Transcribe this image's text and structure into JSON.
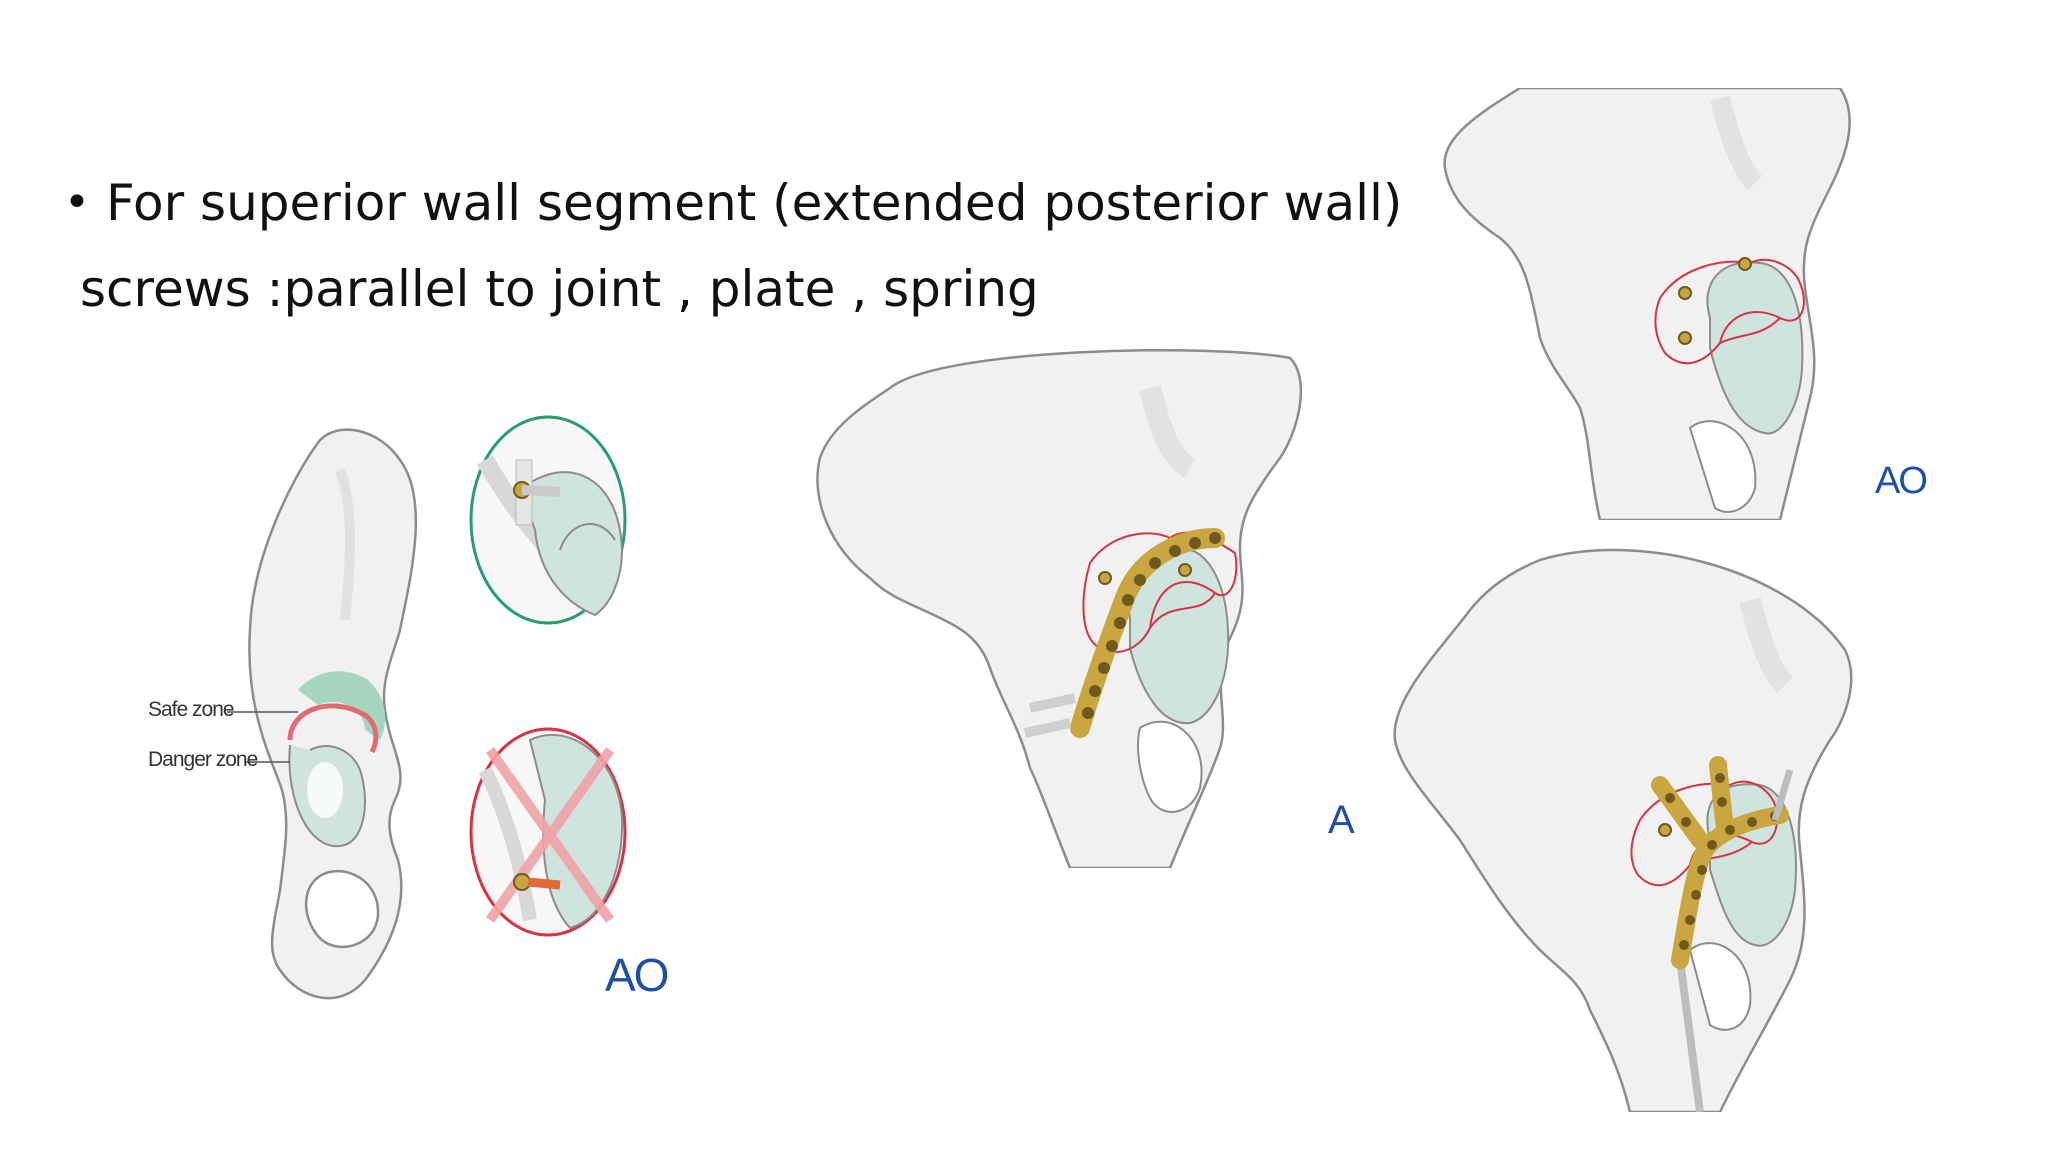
{
  "slide": {
    "bullet_symbol": "•",
    "line1": "For superior wall segment (extended posterior wall)",
    "line2": "screws :parallel to joint , plate , spring"
  },
  "figure_left": {
    "safe_zone_label": "Safe zone",
    "danger_zone_label": "Danger zone",
    "logo": "AO"
  },
  "figure_middle": {
    "logo": "A"
  },
  "figure_top_right": {
    "logo": "AO"
  },
  "colors": {
    "bone_fill": "#f0f0f0",
    "bone_stroke": "#8a8a8a",
    "cartilage": "#cfe3df",
    "fracture_line": "#d9333f",
    "plate_gold": "#c9a640",
    "safe_circle": "#2a9d6e",
    "danger_circle": "#d9333f",
    "logo_blue": "#1f4fa3"
  }
}
